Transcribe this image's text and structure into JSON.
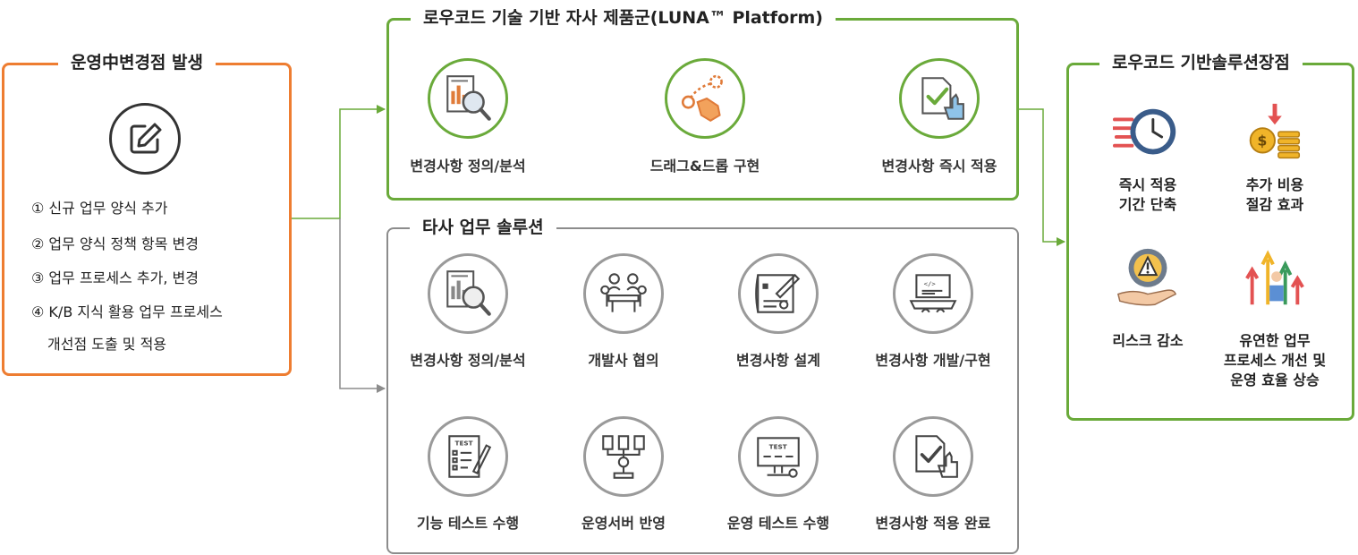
{
  "left_panel": {
    "title": "운영中변경점 발생",
    "icon": "edit-icon",
    "items": [
      "① 신규 업무 양식 추가",
      "② 업무 양식 정책 항목 변경",
      "③ 업무 프로세스 추가, 변경",
      "④ K/B 지식 활용 업무 프로세스",
      "개선점 도출 및 적용"
    ]
  },
  "luna_panel": {
    "title": "로우코드 기술 기반 자사 제품군(LUNA™  Platform)",
    "steps": [
      {
        "label": "변경사항 정의/분석",
        "icon": "analysis-icon"
      },
      {
        "label": "드래그&드롭 구현",
        "icon": "drag-drop-icon"
      },
      {
        "label": "변경사항 즉시 적용",
        "icon": "approve-icon"
      }
    ]
  },
  "other_panel": {
    "title": "타사 업무 솔루션",
    "row1": [
      {
        "label": "변경사항 정의/분석",
        "icon": "analysis-icon"
      },
      {
        "label": "개발사 협의",
        "icon": "meeting-icon"
      },
      {
        "label": "변경사항 설계",
        "icon": "design-icon"
      },
      {
        "label": "변경사항 개발/구현",
        "icon": "laptop-code-icon"
      }
    ],
    "row2": [
      {
        "label": "기능 테스트 수행",
        "icon": "test-checklist-icon"
      },
      {
        "label": "운영서버 반영",
        "icon": "deploy-icon"
      },
      {
        "label": "운영 테스트 수행",
        "icon": "test-monitor-icon"
      },
      {
        "label": "변경사항 적용 완료",
        "icon": "approve-icon"
      }
    ]
  },
  "right_panel": {
    "title": "로우코드 기반솔루션장점",
    "advantages": [
      {
        "label": "즉시 적용\n기간 단축",
        "icon": "fast-clock-icon"
      },
      {
        "label": "추가 비용\n절감 효과",
        "icon": "cost-saving-icon"
      },
      {
        "label": "리스크 감소",
        "icon": "risk-hand-icon"
      },
      {
        "label": "유연한 업무\n프로세스 개선 및\n운영 효율 상승",
        "icon": "growth-team-icon"
      }
    ]
  },
  "colors": {
    "orange": "#ee7d31",
    "green": "#6aaa3a",
    "gray": "#8c8c8c"
  }
}
